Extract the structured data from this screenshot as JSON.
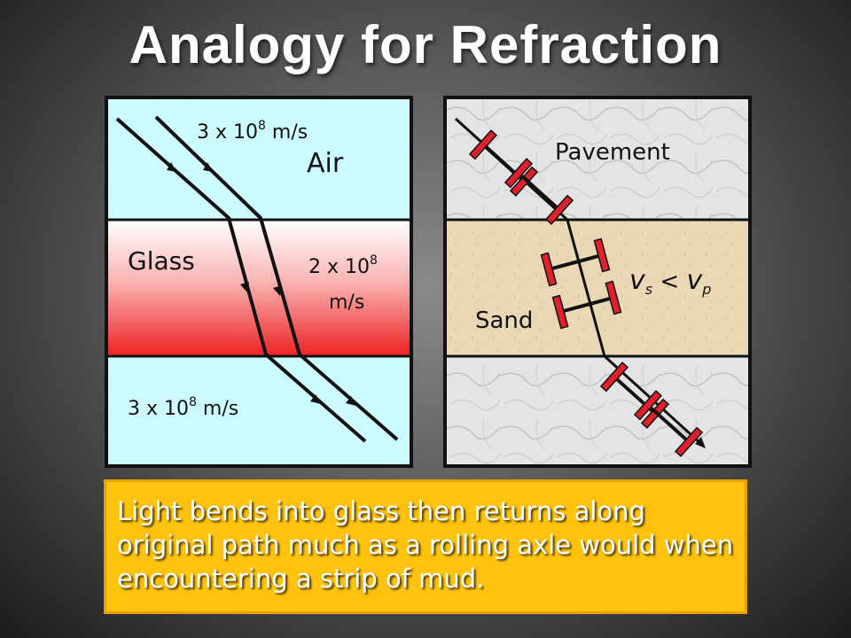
{
  "title": "Analogy for Refraction",
  "light_panel": {
    "speed_air_top": "3 x 10",
    "speed_air_top_exp": "8",
    "speed_air_top_unit": " m/s",
    "medium_air": "Air",
    "medium_glass": "Glass",
    "speed_glass": "2 x 10",
    "speed_glass_exp": "8",
    "speed_glass_unit": "m/s",
    "speed_air_bottom": "3 x 10",
    "speed_air_bottom_exp": "8",
    "speed_air_bottom_unit": " m/s"
  },
  "axle_panel": {
    "medium_pavement": "Pavement",
    "medium_sand": "Sand",
    "rel_v1": "v",
    "rel_sub1": "s",
    "rel_op": " < ",
    "rel_v2": "v",
    "rel_sub2": "p"
  },
  "caption": {
    "text": "Light bends into glass then returns along original path much as a rolling axle would when encountering a strip of mud."
  },
  "colors": {
    "air": "#ccfcff",
    "glass_top": "#ffffff",
    "glass_bottom": "#ee2222",
    "pavement": "#e4e4e6",
    "sand": "#ead8b4",
    "wheel": "#e0202a",
    "caption_bg": "#ffc20e"
  }
}
